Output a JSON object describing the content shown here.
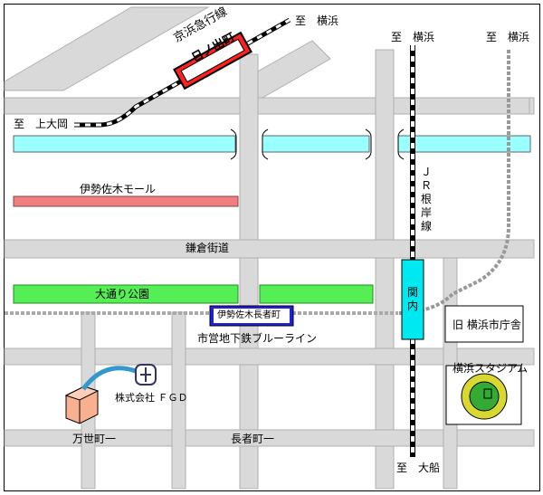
{
  "labels": {
    "keikyu_line": "京浜急行線",
    "hinodecho": "日ノ出町",
    "to_yokohama_top": "至　横浜",
    "to_yokohama_jr": "至　横浜",
    "to_yokohama_right": "至　横浜",
    "to_kamiooka": "至　上大岡",
    "isezakimall": "伊勢佐木モール",
    "jr_negishi": "ＪＲ根岸線",
    "kamakura_kaido": "鎌倉街道",
    "odori_park": "大通り公園",
    "kannai": "関内",
    "isezakichojamachi": "伊勢佐木長者町",
    "old_city_hall": "旧 横浜市庁舎",
    "subway_blueline": "市営地下鉄ブルーライン",
    "yokohama_stadium": "横浜スタジアム",
    "fgd_company": "株式会社 ＦＧＤ",
    "mansei_1": "万世町一",
    "chojamachi_1": "長者町一",
    "to_ofuna": "至　大船"
  },
  "colors": {
    "road": "#d9d9d9",
    "river": "#99ffff",
    "mall": "#f08080",
    "park": "#55ee55",
    "station_keikyu": "#ff2020",
    "station_subway": "#2020dd",
    "station_kannai": "#00e8f0",
    "stadium_outer": "#d8d830",
    "stadium_inner": "#33aa33"
  },
  "icons": {
    "building": "building-icon",
    "logo": "fgd-logo-icon"
  }
}
